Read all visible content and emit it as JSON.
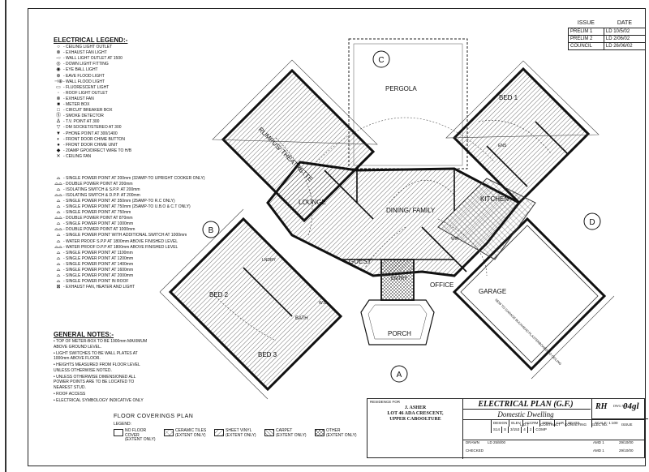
{
  "issue_table": {
    "headers": [
      "ISSUE",
      "DATE"
    ],
    "rows": [
      {
        "issue": "PRELIM 1",
        "date": "LD 10/5/02"
      },
      {
        "issue": "PRELIM 2",
        "date": "LD 2/06/02"
      },
      {
        "issue": "COUNCIL",
        "date": "LD 26/06/02"
      }
    ]
  },
  "legend": {
    "title": "ELECTRICAL LEGEND:-",
    "items": [
      {
        "symbol": "○",
        "label": "- CEILING LIGHT OUTLET"
      },
      {
        "symbol": "⊗",
        "label": "- EXHAUST FAN LIGHT"
      },
      {
        "symbol": "-○",
        "label": "- WALL LIGHT OUTLET AT 1500"
      },
      {
        "symbol": "◎",
        "label": "- DOWN LIGHT FITTING"
      },
      {
        "symbol": "◉",
        "label": "- EYE BALL LIGHT"
      },
      {
        "symbol": "⊕",
        "label": "- EAVE FLOOD LIGHT"
      },
      {
        "symbol": "⊣⊕",
        "label": "- WALL FLOOD LIGHT"
      },
      {
        "symbol": "▭",
        "label": "- FLUORESCENT LIGHT"
      },
      {
        "symbol": "◦",
        "label": "- ROOF LIGHT OUTLET"
      },
      {
        "symbol": "⊗",
        "label": "- EXHAUST FAN"
      },
      {
        "symbol": "■",
        "label": "- METER BOX"
      },
      {
        "symbol": "□",
        "label": "- CIRCUIT BREAKER BOX"
      },
      {
        "symbol": "Ⓢ",
        "label": "- SMOKE DETECTOR"
      },
      {
        "symbol": "Δ",
        "label": "- T.V. POINT AT 300"
      },
      {
        "symbol": "▽",
        "label": "- DM SOCKET/STEREO AT 300"
      },
      {
        "symbol": "▼",
        "label": "- PHONE POINT AT 300/1400"
      },
      {
        "symbol": "◐",
        "label": "- FRONT DOOR CHIME BUTTON"
      },
      {
        "symbol": "●",
        "label": "- FRONT DOOR CHIME UNIT"
      },
      {
        "symbol": "◆",
        "label": "- 20AMP GPO/DIRECT WIRE TO H/B"
      },
      {
        "symbol": "✕",
        "label": "- CEILING FAN"
      }
    ]
  },
  "power_points": [
    {
      "symbol": "⌓",
      "label": "- SINGLE POWER POINT AT 200mm (32AMP-TO UPRIGHT COOKER ONLY)"
    },
    {
      "symbol": "⌓⌓",
      "label": "- DOUBLE POWER POINT AT 200mm"
    },
    {
      "symbol": "⌓",
      "label": "- ISOLATING SWITCH & S.P.P. AT 200mm"
    },
    {
      "symbol": "⌓⌓",
      "label": "- ISOLATING SWITCH & D.P.P. AT 200mm"
    },
    {
      "symbol": "⌓",
      "label": "- SINGLE POWER POINT AT 350mm (25AMP-TO R.C ONLY)"
    },
    {
      "symbol": "⌓",
      "label": "- SINGLE POWER POINT AT 750mm (25AMP-TO U.B.O & C.T ONLY)"
    },
    {
      "symbol": "⌓",
      "label": "- SINGLE POWER POINT AT 750mm"
    },
    {
      "symbol": "⌓⌓",
      "label": "- DOUBLE POWER POINT AT 870mm"
    },
    {
      "symbol": "⌓",
      "label": "- SINGLE POWER POINT AT 1000mm"
    },
    {
      "symbol": "⌓⌓",
      "label": "- DOUBLE POWER POINT AT 1000mm"
    },
    {
      "symbol": "⌓",
      "label": "- SINGLE POWER POINT WITH ADDITIONAL SWITCH AT 1000mm"
    },
    {
      "symbol": "⌓",
      "label": "- WATER PROOF S.P.P AT 1800mm ABOVE FINISHED LEVEL"
    },
    {
      "symbol": "⌓⌓",
      "label": "- WATER PROOF D.P.P AT 1800mm ABOVE FINISHED LEVEL"
    },
    {
      "symbol": "⌓",
      "label": "- SINGLE POWER POINT AT 1100mm"
    },
    {
      "symbol": "⌓",
      "label": "- SINGLE POWER POINT AT 1200mm"
    },
    {
      "symbol": "⌓",
      "label": "- SINGLE POWER POINT AT 1400mm"
    },
    {
      "symbol": "⌓",
      "label": "- SINGLE POWER POINT AT 1600mm"
    },
    {
      "symbol": "⌓",
      "label": "- SINGLE POWER POINT AT 2000mm"
    },
    {
      "symbol": "⌓",
      "label": "- SINGLE POWER POINT IN ROOF"
    },
    {
      "symbol": "⊠",
      "label": "- EXHAUST FAN, HEATER AND LIGHT"
    }
  ],
  "general_notes": {
    "title": "GENERAL NOTES:-",
    "items": [
      "• TOP OF METER-BOX TO BE 1900mm MAXIMUM ABOVE GROUND LEVEL.",
      "• LIGHT SWITCHES TO BE WALL PLATES AT 1000mm ABOVE FLOOR.",
      "• HEIGHTS MEASURED FROM FLOOR LEVEL UNLESS OTHERWISE NOTED.",
      "• UNLESS OTHERWISE DIMENSIONED ALL POWER POINTS ARE TO BE LOCATED TO NEAREST STUD.",
      "• ROOF ACCESS",
      "• ELECTRICAL SYMBOLOGY INDICATIVE ONLY"
    ]
  },
  "floor_coverings": {
    "title": "FLOOR COVERINGS PLAN",
    "legend_label": "LEGEND:",
    "items": [
      {
        "label": "NO FLOOR COVER (EXTENT ONLY)",
        "pattern": "none"
      },
      {
        "label": "CERAMIC TILES (EXTENT ONLY)",
        "pattern": "grid"
      },
      {
        "label": "SHEET VINYL (EXTENT ONLY)",
        "pattern": "hatch"
      },
      {
        "label": "CARPET (EXTENT ONLY)",
        "pattern": "dense"
      },
      {
        "label": "OTHER (EXTENT ONLY)",
        "pattern": "cross"
      }
    ]
  },
  "rooms": {
    "pergola": "PERGOLA",
    "bed1": "BED 1",
    "rumpus": "RUMPUS/ THEATRETTE",
    "lounge": "LOUNGE",
    "dining": "DINING/ FAMILY",
    "kitchen": "KITCHEN",
    "guest": "GUEST",
    "entry": "ENTRY",
    "office": "OFFICE",
    "garage": "GARAGE",
    "bed2": "BED 2",
    "bed3": "BED 3",
    "porch": "PORCH",
    "bath": "BATH",
    "wc": "W.C.",
    "lndry": "LNDRY",
    "ens": "ENS",
    "wir": "WIR",
    "garage_note": "NEW TO GARAGE BULKHEAD PLASTERBOARD TO CEILING"
  },
  "markers": {
    "a": "A",
    "b": "B",
    "c": "C",
    "d": "D"
  },
  "title_block": {
    "residence_label": "RESIDENCE FOR",
    "owner": "J. ASHER",
    "address_line1": "LOT 46 ADA CRESCENT,",
    "address_line2": "UPPER CABOOLTURE",
    "drawing_title": "ELECTRICAL PLAN (G.F.)",
    "subtitle": "Domestic Dwelling",
    "firm": "RH",
    "drawing_no_label": "DWG NO.",
    "sheet": "04gl",
    "scale_label": "SCALE: 1:100",
    "grid_headers": [
      "DESIGN",
      "ELEV",
      "ACCRM",
      "SPEC",
      "CAR",
      "SEATS"
    ],
    "grid_values": [
      "S14",
      "S",
      "3/153",
      "4",
      "2",
      "COMP"
    ],
    "drawn_label": "DRAWN",
    "drawn_value": "LD 25/8/00",
    "checked_label": "CHECKED",
    "lot_label": "L.O.T",
    "contract_label": "CONTRACT",
    "convey_label": "CONVEYING",
    "elec_label": "ELEC No.",
    "issue_label": "ISSUE",
    "rev_a": "AMD  1",
    "rev_date1": "29/10/00",
    "rev_b": "AMD  1",
    "rev_date2": "29/10/00"
  }
}
